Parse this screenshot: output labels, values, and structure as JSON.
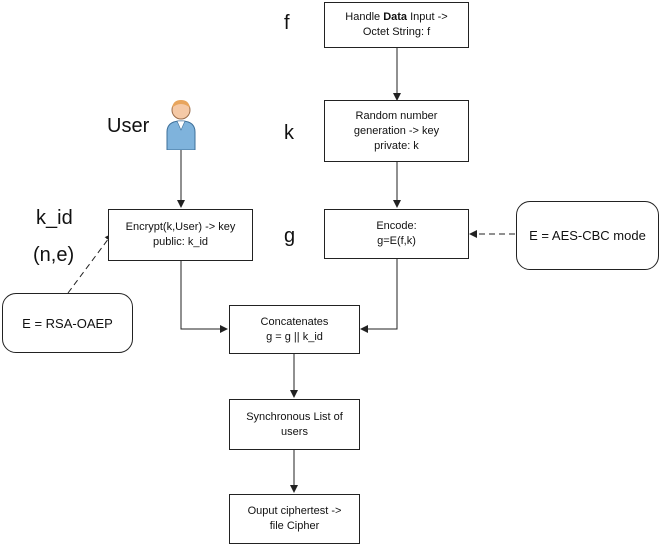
{
  "labels": {
    "f": "f",
    "k": "k",
    "g": "g",
    "user": "User",
    "k_id": "k_id",
    "ne": "(n,e)"
  },
  "boxes": {
    "handle_data": {
      "line1_prefix": "Handle ",
      "line1_bold": "Data",
      "line1_suffix": " Input ->",
      "line2": "Octet String: f"
    },
    "random_number": {
      "line1": "Random number",
      "line2": "generation -> key",
      "line3": "private: k"
    },
    "encode": {
      "line1": "Encode:",
      "line2": "g=E(f,k)"
    },
    "encrypt": {
      "line1": "Encrypt(k,User) -> key",
      "line2": "public: k_id"
    },
    "concatenates": {
      "line1": "Concatenates",
      "line2": "g = g || k_id"
    },
    "sync_list": {
      "line1": "Synchronous List of",
      "line2": "users"
    },
    "output": {
      "line1": "Ouput ciphertest ->",
      "line2": "file Cipher"
    },
    "aes": {
      "text": "E = AES-CBC mode"
    },
    "rsa": {
      "text": "E = RSA-OAEP"
    }
  },
  "icons": {
    "user": "user-person-icon"
  },
  "colors": {
    "line": "#222222",
    "user_skin": "#f5c9a6",
    "user_body": "#7fb3dc"
  }
}
